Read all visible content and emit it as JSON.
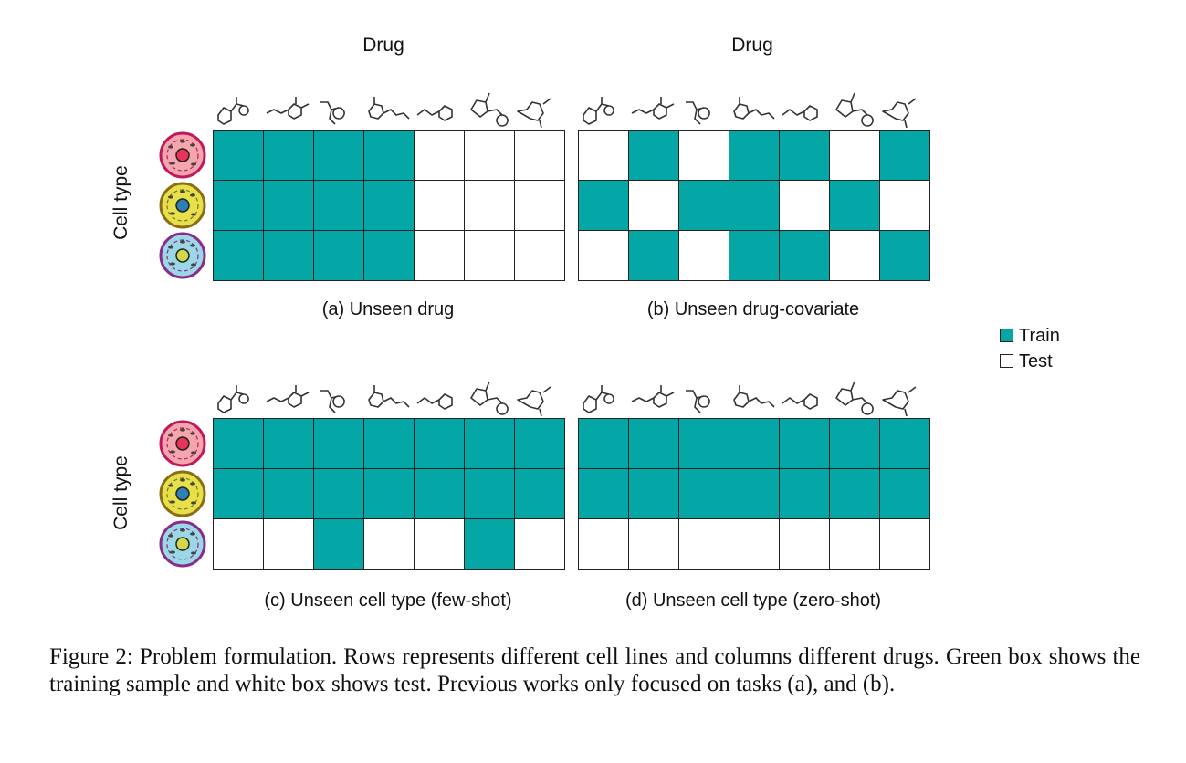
{
  "colors": {
    "train": "#05a6a6",
    "test": "#ffffff",
    "border": "#222222"
  },
  "headers": {
    "drug_left": "Drug",
    "drug_right": "Drug",
    "cell_type_top": "Cell type",
    "cell_type_bottom": "Cell type"
  },
  "drug_icons": [
    "molecule-icon-1",
    "molecule-icon-2",
    "molecule-icon-3",
    "molecule-icon-4",
    "molecule-icon-5",
    "molecule-icon-6",
    "molecule-icon-7"
  ],
  "cell_icons": [
    {
      "name": "cell-pink-icon",
      "outer": "#f3a6ad",
      "ring": "#c2185b",
      "nucleus": "#e8335a"
    },
    {
      "name": "cell-yellow-icon",
      "outer": "#e6e04a",
      "ring": "#8a6d14",
      "nucleus": "#2d7fb8"
    },
    {
      "name": "cell-purple-icon",
      "outer": "#9bd8e6",
      "ring": "#8a2a8c",
      "nucleus": "#d3d84a"
    }
  ],
  "panels": [
    {
      "id": "a",
      "caption": "(a) Unseen drug",
      "grid": [
        [
          1,
          1,
          1,
          1,
          0,
          0,
          0
        ],
        [
          1,
          1,
          1,
          1,
          0,
          0,
          0
        ],
        [
          1,
          1,
          1,
          1,
          0,
          0,
          0
        ]
      ]
    },
    {
      "id": "b",
      "caption": "(b) Unseen drug-covariate",
      "grid": [
        [
          0,
          1,
          0,
          1,
          1,
          0,
          1
        ],
        [
          1,
          0,
          1,
          1,
          0,
          1,
          0
        ],
        [
          0,
          1,
          0,
          1,
          1,
          0,
          1
        ]
      ]
    },
    {
      "id": "c",
      "caption": "(c) Unseen cell type (few-shot)",
      "grid": [
        [
          1,
          1,
          1,
          1,
          1,
          1,
          1
        ],
        [
          1,
          1,
          1,
          1,
          1,
          1,
          1
        ],
        [
          0,
          0,
          1,
          0,
          0,
          1,
          0
        ]
      ]
    },
    {
      "id": "d",
      "caption": "(d) Unseen cell type (zero-shot)",
      "grid": [
        [
          1,
          1,
          1,
          1,
          1,
          1,
          1
        ],
        [
          1,
          1,
          1,
          1,
          1,
          1,
          1
        ],
        [
          0,
          0,
          0,
          0,
          0,
          0,
          0
        ]
      ]
    }
  ],
  "legend": {
    "train": "Train",
    "test": "Test"
  },
  "figure_caption": "Figure 2: Problem formulation. Rows represents different cell lines and columns different drugs. Green box shows the training sample and white box shows test. Previous works only focused on tasks (a), and (b)."
}
